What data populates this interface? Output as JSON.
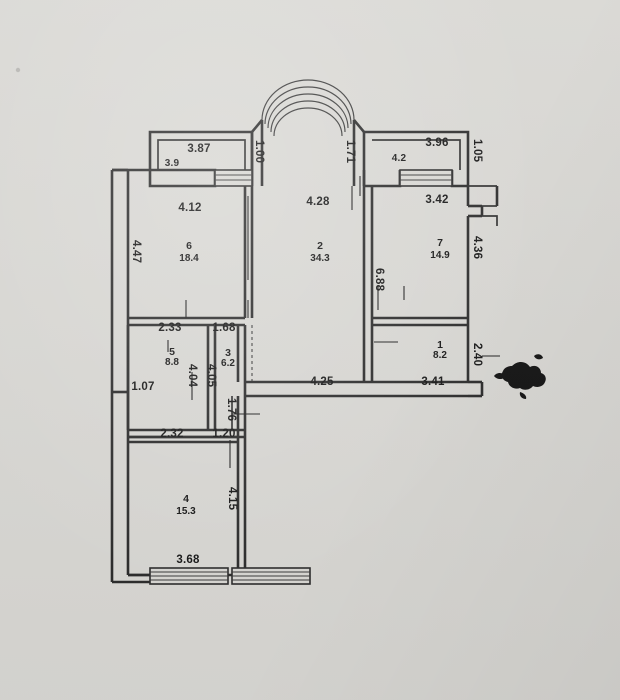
{
  "document": {
    "kind": "apartment-floor-plan-photo",
    "background_color": "#d9d8d4",
    "ink_color": "#2b2b2b",
    "notes_visible": "hand-photographed printed floor plan on light gray paper"
  },
  "rooms": [
    {
      "id": "room-2",
      "number": "2",
      "area": "34.3"
    },
    {
      "id": "room-6",
      "number": "6",
      "area": "18.4"
    },
    {
      "id": "room-4",
      "number": "4",
      "area": "15.3"
    },
    {
      "id": "room-7",
      "number": "7",
      "area": "14.9"
    },
    {
      "id": "room-5",
      "number": "5",
      "area": "8.8"
    },
    {
      "id": "room-1",
      "number": "1",
      "area": "8.2"
    },
    {
      "id": "room-3",
      "number": "3",
      "area": "6.2"
    }
  ],
  "balcony_areas": [
    {
      "id": "balcony-left",
      "value": "3.9"
    },
    {
      "id": "balcony-right",
      "value": "4.2"
    }
  ],
  "dimensions": {
    "top_left_balcony_width": "3.87",
    "top_left_balcony_depth": "1.00",
    "top_right_balcony_width": "3.96",
    "top_right_balcony_depth": "1.05",
    "arch_left_return": "1.71",
    "room6_top_width": "4.12",
    "room6_left_height": "4.47",
    "room2_top_width": "4.28",
    "room2_right_height": "6.88",
    "room7_top_width": "3.42",
    "room7_right_height": "4.36",
    "room5_top_width": "2.33",
    "room5_bottom_width": "2.32",
    "room5_left_step": "1.07",
    "room3_top_width": "1.68",
    "room3_bottom_width": "1.20",
    "hall_left_height": "4.04",
    "hall_right_height": "4.05",
    "corridor_left_width": "4.25",
    "corridor_right_width": "3.41",
    "corridor_height": "1.76",
    "room1_right_height": "2.40",
    "room4_right_height": "4.15",
    "room4_bottom_width": "3.68"
  }
}
